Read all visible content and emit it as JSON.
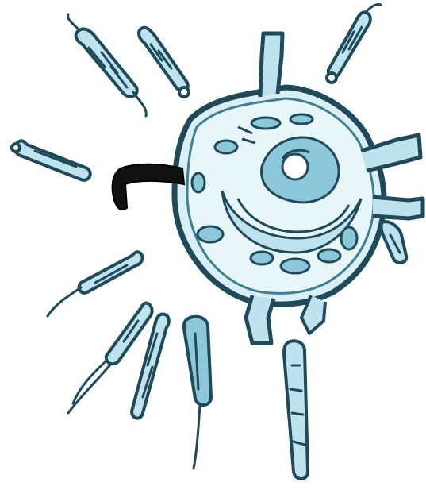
{
  "colors": {
    "background": "#ffffff",
    "outline": "#1f4a5a",
    "outline_mid": "#3e7f92",
    "fill_light": "#bfe3ee",
    "fill_mid": "#8cc8da",
    "injector": "#111111"
  },
  "elements": {
    "host_cell": "cell",
    "nucleus": "nucleus",
    "injector": "injector",
    "cells": [
      "bacterium-top-left-a",
      "bacterium-top-left-b",
      "bacterium-top-right",
      "bacterium-left",
      "bacterium-lower-left",
      "bacterium-lower-left-b",
      "bacterium-bottom-a",
      "bacterium-bottom-b",
      "bacterium-bottom-right",
      "bacterium-right"
    ]
  }
}
